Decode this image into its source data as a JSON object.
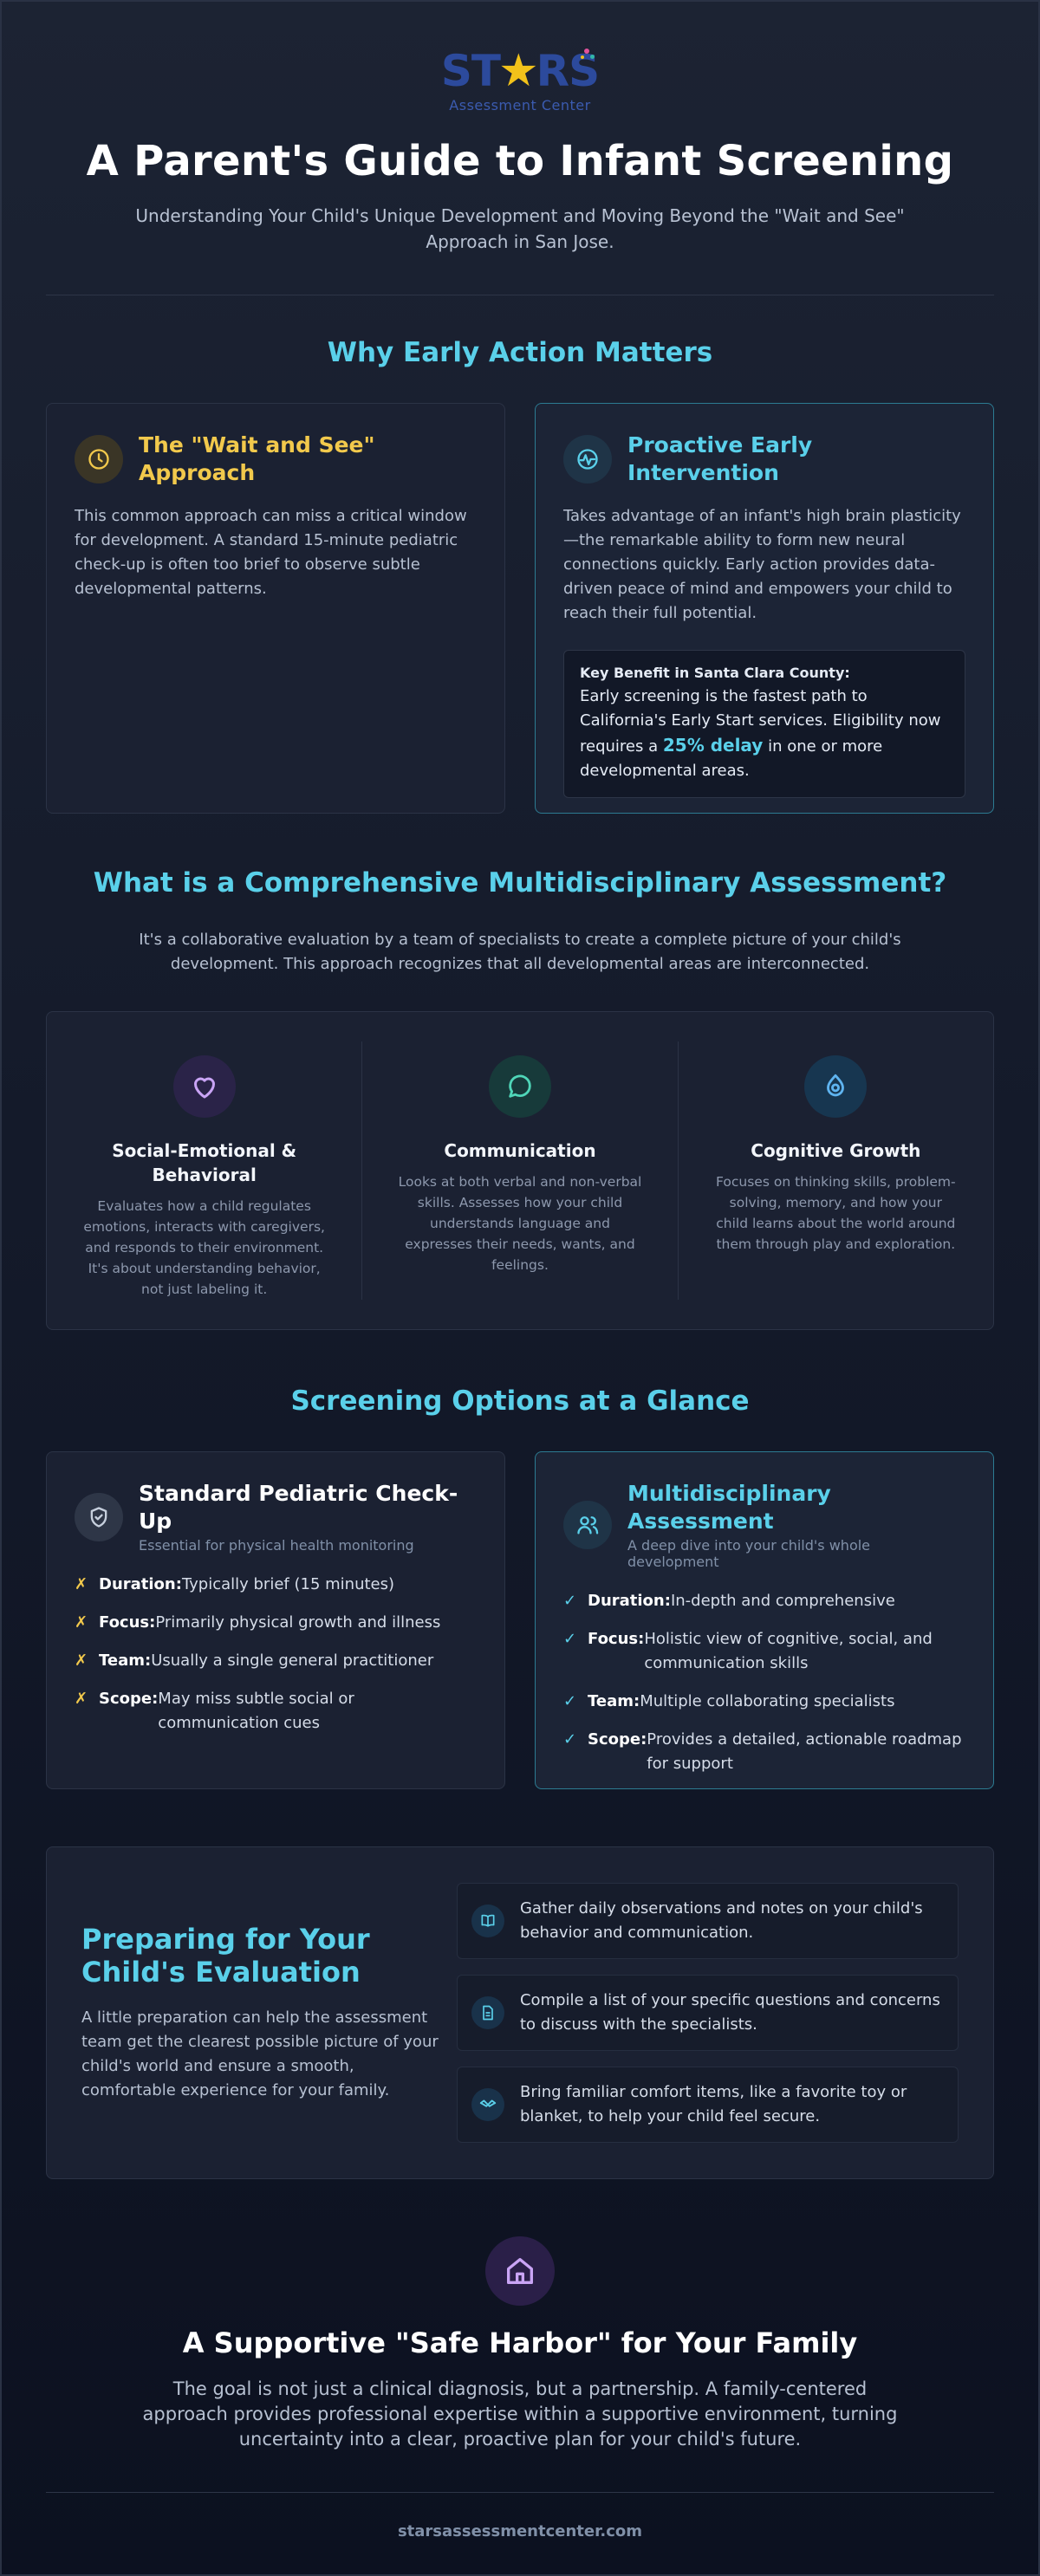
{
  "colors": {
    "accent_cyan": "#5ad0ea",
    "accent_yellow": "#f2c94c",
    "background": "#141a2a",
    "card": "#1b2132",
    "logo_blue": "#2c4a9c",
    "logo_star": "#f2c21a"
  },
  "header": {
    "logo": {
      "word_left": "ST",
      "word_right": "RS",
      "tagline": "Assessment Center"
    },
    "title": "A Parent's Guide to Infant Screening",
    "subtitle": "Understanding Your Child's Unique Development and Moving Beyond the \"Wait and See\" Approach in San Jose."
  },
  "why_early": {
    "title": "Why Early Action Matters",
    "wait_card": {
      "icon": "clock-icon",
      "title": "The \"Wait and See\" Approach",
      "body": "This common approach can miss a critical window for development. A standard 15-minute pediatric check-up is often too brief to observe subtle developmental patterns."
    },
    "proactive_card": {
      "icon": "brain-wave-icon",
      "title": "Proactive Early Intervention",
      "body": "Takes advantage of an infant's high brain plasticity—the remarkable ability to form new neural connections quickly. Early action provides data-driven peace of mind and empowers your child to reach their full potential.",
      "benefit_label": "Key Benefit in Santa Clara County:",
      "benefit_text_before": "Early screening is the fastest path to California's Early Start services. Eligibility now requires a",
      "benefit_highlight": "25% delay",
      "benefit_text_after": "in one or more developmental areas."
    }
  },
  "assessment": {
    "title": "What is a Comprehensive Multidisciplinary Assessment?",
    "description": "It's a collaborative evaluation by a team of specialists to create a complete picture of your child's development. This approach recognizes that all developmental areas are interconnected.",
    "pillars": [
      {
        "icon": "heart-icon",
        "title": "Social-Emotional & Behavioral",
        "text": "Evaluates how a child regulates emotions, interacts with caregivers, and responds to their environment. It's about understanding behavior, not just labeling it."
      },
      {
        "icon": "chat-bubble-icon",
        "title": "Communication",
        "text": "Looks at both verbal and non-verbal skills. Assesses how your child understands language and expresses their needs, wants, and feelings."
      },
      {
        "icon": "lightbulb-icon",
        "title": "Cognitive Growth",
        "text": "Focuses on thinking skills, problem-solving, memory, and how your child learns about the world around them through play and exploration."
      }
    ]
  },
  "options": {
    "title": "Screening Options at a Glance",
    "standard": {
      "icon": "shield-check-icon",
      "title": "Standard Pediatric Check-Up",
      "subtitle": "Essential for physical health monitoring",
      "mark": "✗",
      "rows": [
        {
          "key": "Duration:",
          "value": "Typically brief (15 minutes)"
        },
        {
          "key": "Focus:",
          "value": "Primarily physical growth and illness"
        },
        {
          "key": "Team:",
          "value": "Usually a single general practitioner"
        },
        {
          "key": "Scope:",
          "value": "May miss subtle social or communication cues"
        }
      ]
    },
    "multi": {
      "icon": "users-icon",
      "title": "Multidisciplinary Assessment",
      "subtitle": "A deep dive into your child's whole development",
      "mark": "✓",
      "rows": [
        {
          "key": "Duration:",
          "value": "In-depth and comprehensive"
        },
        {
          "key": "Focus:",
          "value": "Holistic view of cognitive, social, and communication skills"
        },
        {
          "key": "Team:",
          "value": "Multiple collaborating specialists"
        },
        {
          "key": "Scope:",
          "value": "Provides a detailed, actionable roadmap for support"
        }
      ]
    }
  },
  "prepare": {
    "title": "Preparing for Your Child's Evaluation",
    "text": "A little preparation can help the assessment team get the clearest possible picture of your child's world and ensure a smooth, comfortable experience for your family.",
    "items": [
      {
        "icon": "book-icon",
        "text": "Gather daily observations and notes on your child's behavior and communication."
      },
      {
        "icon": "document-icon",
        "text": "Compile a list of your specific questions and concerns to discuss with the specialists."
      },
      {
        "icon": "handshake-icon",
        "text": "Bring familiar comfort items, like a favorite toy or blanket, to help your child feel secure."
      }
    ]
  },
  "harbor": {
    "icon": "home-icon",
    "title": "A Supportive \"Safe Harbor\" for Your Family",
    "text": "The goal is not just a clinical diagnosis, but a partnership. A family-centered approach provides professional expertise within a supportive environment, turning uncertainty into a clear, proactive plan for your child's future."
  },
  "footer": {
    "url": "starsassessmentcenter.com"
  }
}
